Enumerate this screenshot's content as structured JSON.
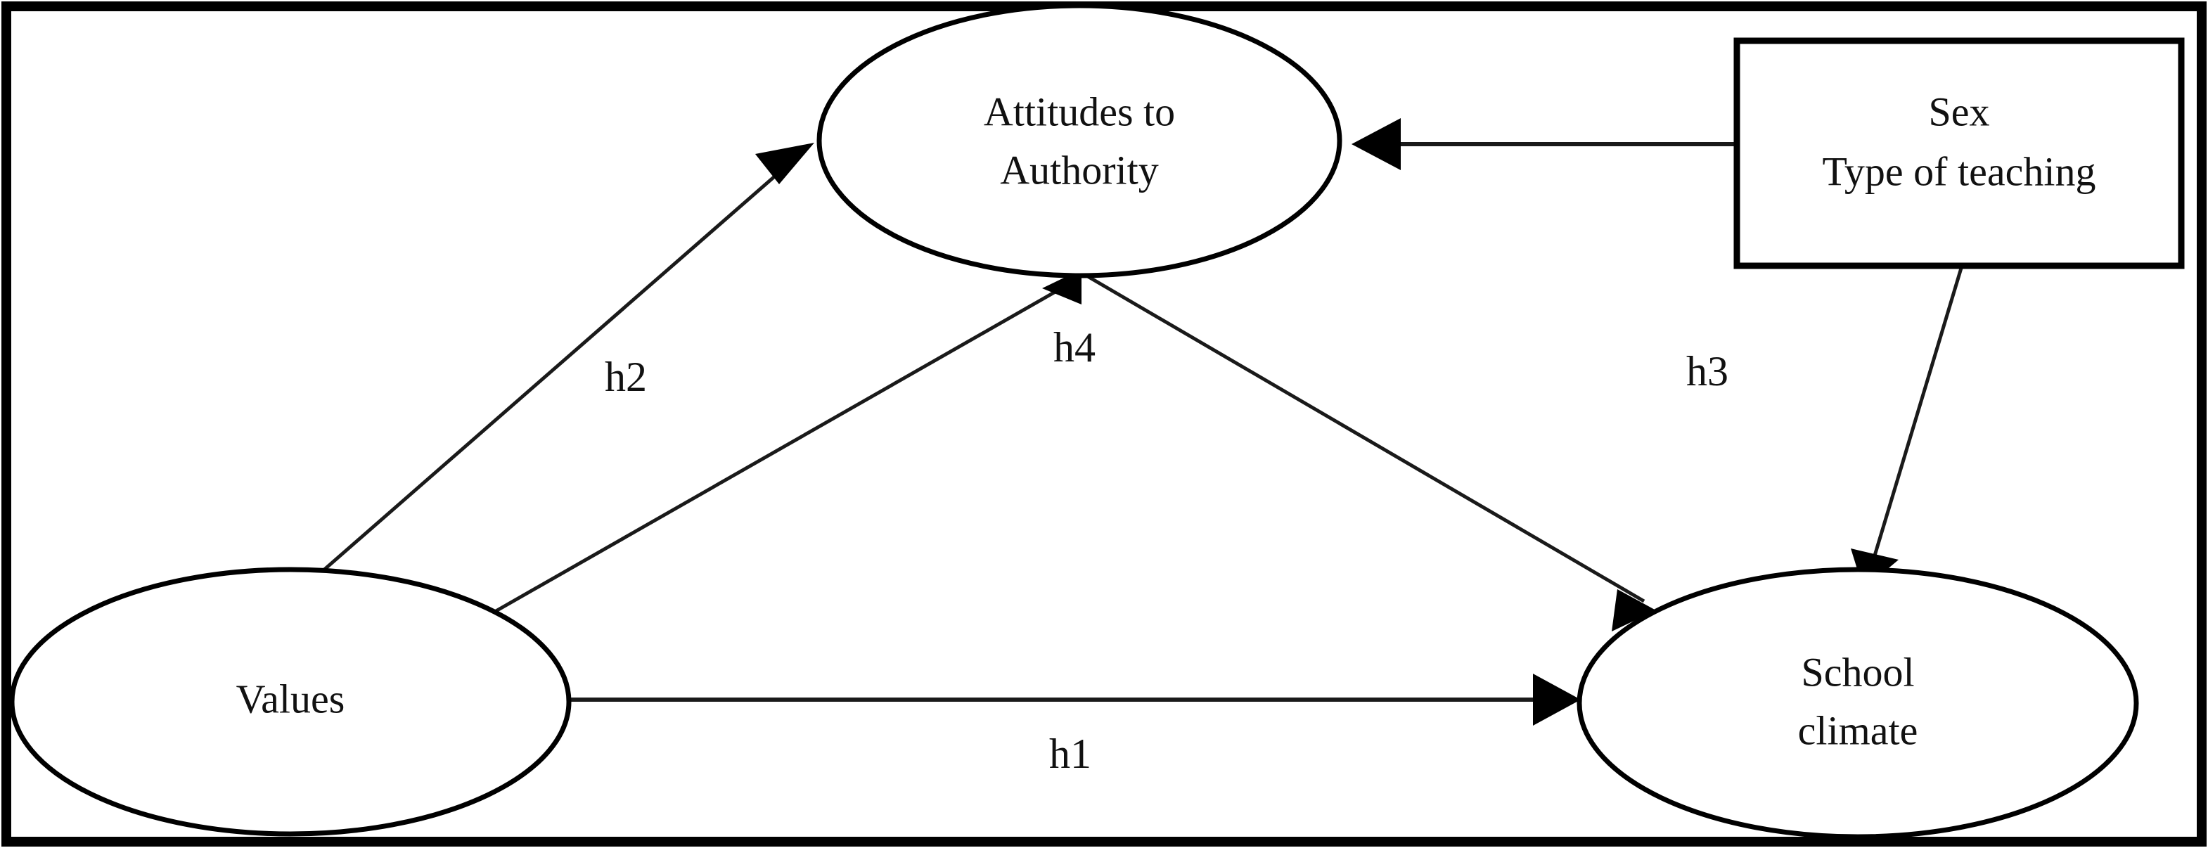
{
  "figure": {
    "type": "path-diagram",
    "description": "Hypothesised structural model relating values, attitudes to authority and school climate",
    "border_color": "#000000",
    "background_color": "#ffffff",
    "line_color": "#1a1a1a"
  },
  "nodes": [
    {
      "id": "attitudes",
      "shape": "ellipse",
      "lines": [
        "Attitudes to",
        "Authority"
      ],
      "line1": "Attitudes to",
      "line2": "Authority"
    },
    {
      "id": "values",
      "shape": "ellipse",
      "lines": [
        "Values"
      ],
      "line1": "Values",
      "line2": ""
    },
    {
      "id": "school-climate",
      "shape": "ellipse",
      "lines": [
        "School",
        "climate"
      ],
      "line1": "School",
      "line2": "climate"
    },
    {
      "id": "covariates",
      "shape": "rectangle",
      "lines": [
        "Sex",
        "Type of teaching"
      ],
      "line1": "Sex",
      "line2": "Type of teaching"
    }
  ],
  "edges": [
    {
      "id": "h1",
      "label": "h1",
      "from": "values",
      "to": "school-climate",
      "arrow": "single"
    },
    {
      "id": "h2",
      "label": "h2",
      "from": "values",
      "to": "attitudes",
      "arrow": "single"
    },
    {
      "id": "h3",
      "label": "h3",
      "from": "attitudes",
      "to": "school-climate",
      "arrow": "single"
    },
    {
      "id": "h4",
      "label": "h4",
      "from": "values",
      "to": "attitudes",
      "arrow": "single"
    },
    {
      "id": "cov-to-attitudes",
      "label": "",
      "from": "covariates",
      "to": "attitudes",
      "arrow": "single"
    },
    {
      "id": "cov-to-climate",
      "label": "",
      "from": "covariates",
      "to": "school-climate",
      "arrow": "single"
    }
  ]
}
